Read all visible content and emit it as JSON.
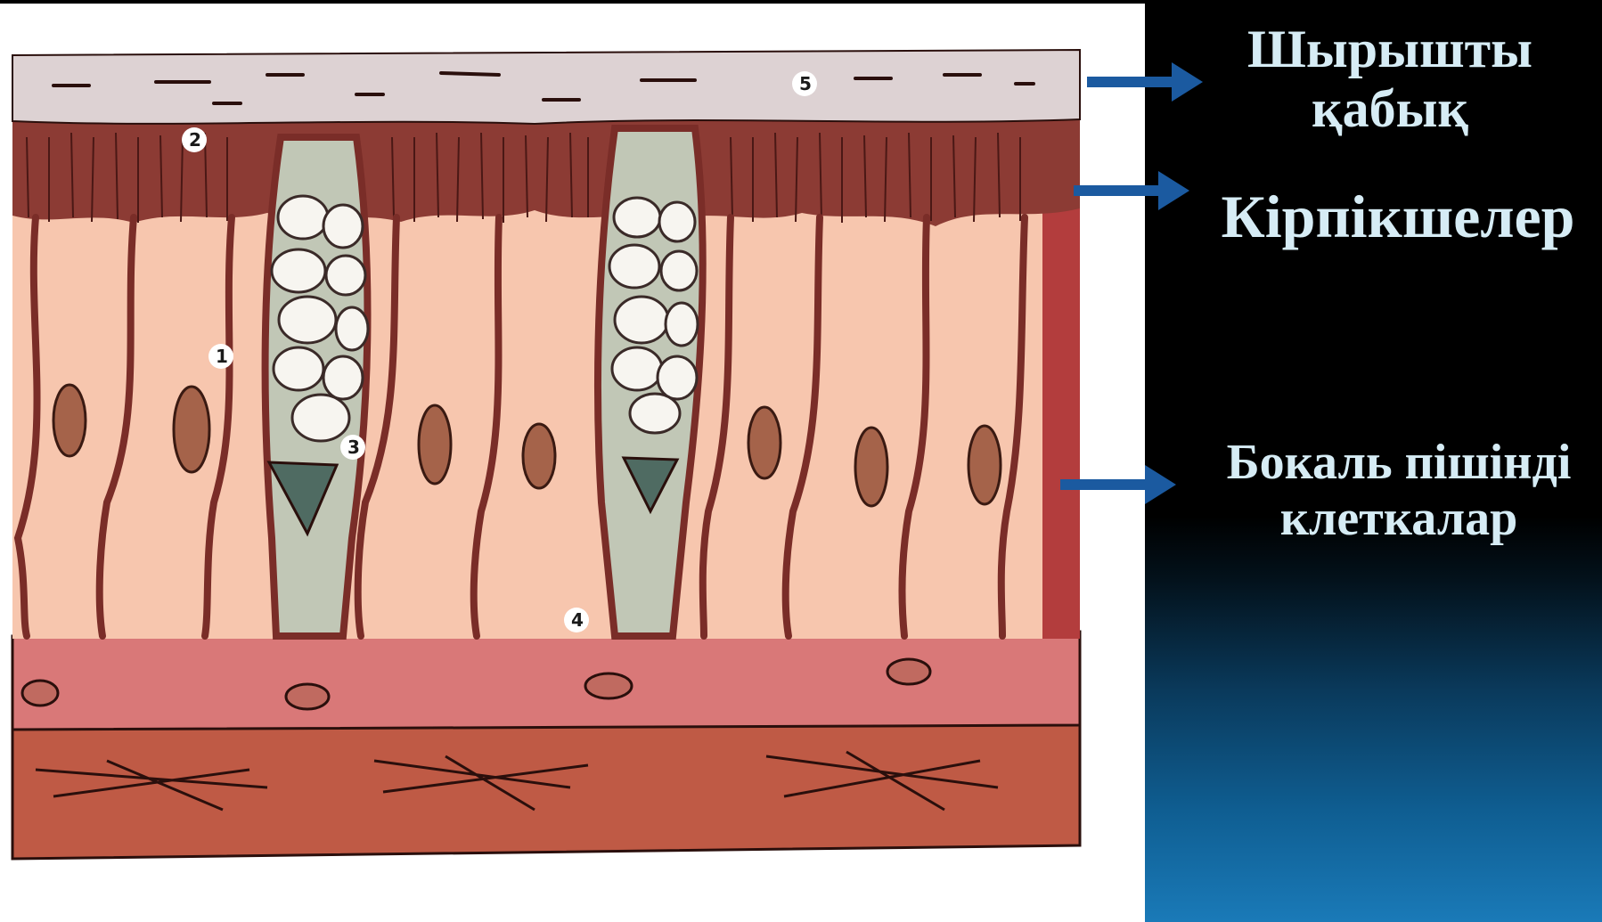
{
  "labels": {
    "mucus_layer": "Шырышты қабық",
    "cilia": "Кірпікшелер",
    "goblet_cells": "Бокаль пішінді клеткалар"
  },
  "figure_markers": [
    "1",
    "2",
    "3",
    "4",
    "5"
  ],
  "colors": {
    "mucus": "#ddd2d3",
    "cilia_band": "#8c3b34",
    "cell_body": "#f7c6ae",
    "cell_outline": "#7a2d28",
    "goblet_cell": "#c1c7b6",
    "goblet_granules": "#f7f5f0",
    "goblet_nucleus": "#4f6b62",
    "nucleus": "#a5634a",
    "basement_layer": "#d97878",
    "connective_tissue": "#bf5a45",
    "arrow": "#1b5aa0",
    "label_text": "#d6ecf5"
  }
}
